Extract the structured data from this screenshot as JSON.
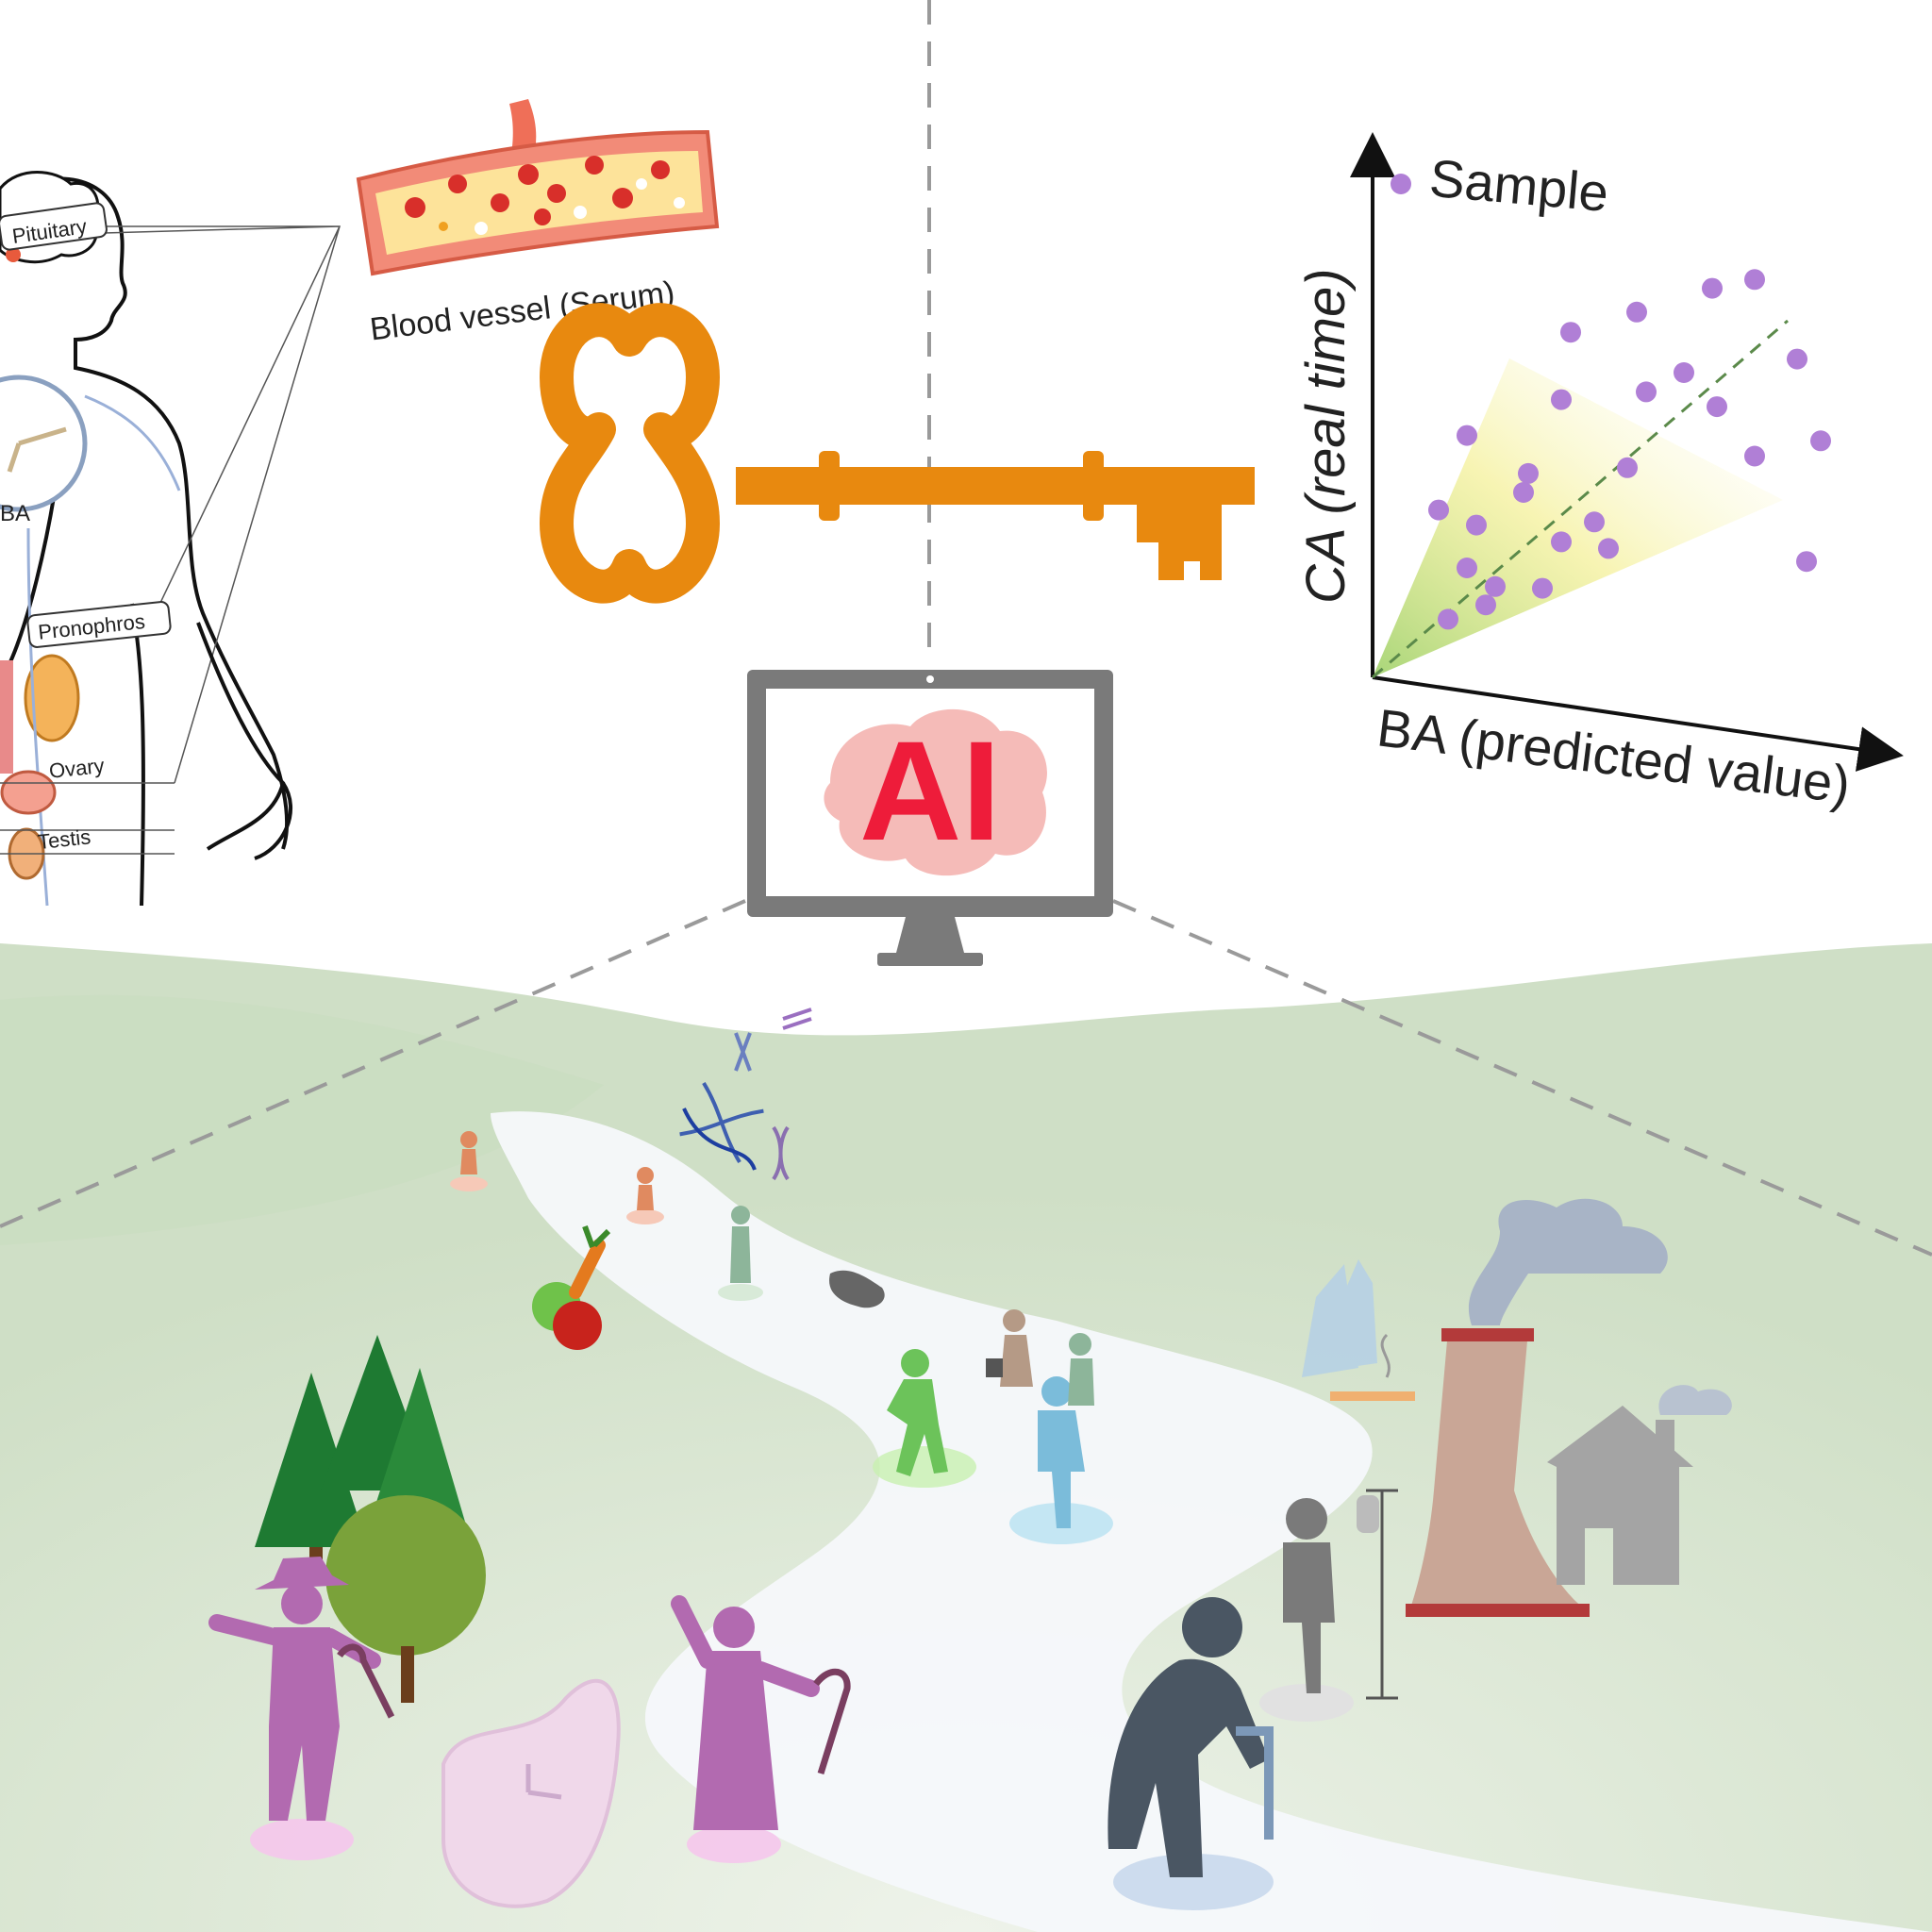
{
  "anatomy": {
    "labels": {
      "pituitary": "Pituitary",
      "pronephros": "Pronophros",
      "ovary": "Ovary",
      "testis": "Testis",
      "ba_mark": "BA"
    },
    "blood_vessel_caption": "Blood vessel (Serum)"
  },
  "monitor": {
    "text": "AI"
  },
  "chart_data": {
    "type": "scatter",
    "title": "",
    "xlabel": "BA (predicted value)",
    "ylabel": "CA (real time)",
    "legend": {
      "entries": [
        "Sample"
      ],
      "placement": "top-left"
    },
    "grid": false,
    "reference_line": "diagonal",
    "series": [
      {
        "name": "Sample",
        "x": [
          0.16,
          0.2,
          0.14,
          0.22,
          0.26,
          0.2,
          0.33,
          0.4,
          0.42,
          0.4,
          0.54,
          0.58,
          0.47,
          0.66,
          0.73,
          0.72,
          0.81,
          0.9,
          0.92,
          0.81,
          0.95,
          0.24,
          0.5,
          0.36,
          0.32,
          0.56
        ],
        "y": [
          0.14,
          0.25,
          0.36,
          0.34,
          0.22,
          0.52,
          0.46,
          0.62,
          0.76,
          0.33,
          0.5,
          0.66,
          0.38,
          0.71,
          0.65,
          0.89,
          0.92,
          0.77,
          0.36,
          0.56,
          0.61,
          0.18,
          0.33,
          0.23,
          0.42,
          0.82
        ]
      }
    ],
    "color": "#b07fd6"
  },
  "colors": {
    "key": "#e8890f",
    "ai_text": "#ee1c3a",
    "monitor": "#7a7a7a",
    "meadow": "#d9e6d2",
    "path": "#f6f8fb",
    "sample_dot": "#b07fd6"
  },
  "icons": {
    "key": "key-icon",
    "monitor": "monitor-icon",
    "brain": "brain-icon",
    "dna": "dna-icon",
    "factory": "factory-icon",
    "house": "house-icon",
    "trees": "tree-icon",
    "clock": "melting-clock-icon",
    "food": "fruit-vegetable-icon"
  }
}
